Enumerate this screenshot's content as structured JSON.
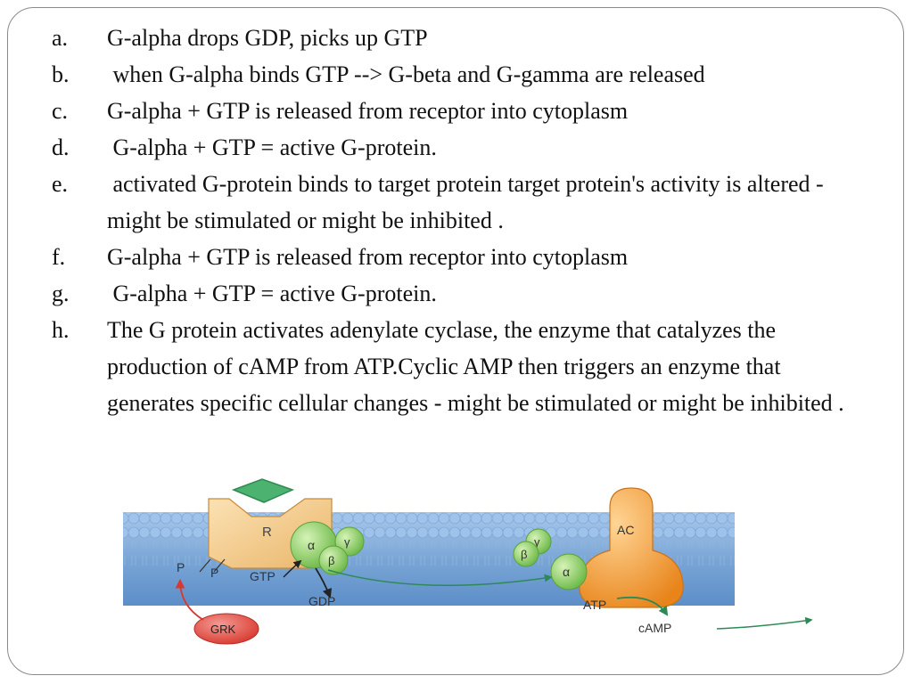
{
  "steps": [
    {
      "letter": "a.",
      "text": "G-alpha drops GDP, picks up GTP"
    },
    {
      "letter": "b.",
      "text": " when G-alpha binds GTP --> G-beta and G-gamma are released"
    },
    {
      "letter": "c.",
      "text": "G-alpha + GTP is released from receptor into cytoplasm"
    },
    {
      "letter": "d.",
      "text": " G-alpha + GTP = active G-protein."
    },
    {
      "letter": "e.",
      "text": " activated G-protein binds to target protein target protein's activity is altered - might be stimulated or might be inhibited ."
    },
    {
      "letter": "f.",
      "text": "G-alpha + GTP is released from receptor into cytoplasm"
    },
    {
      "letter": "g.",
      "text": " G-alpha + GTP = active G-protein."
    },
    {
      "letter": "h.",
      "text": "The G protein activates adenylate cyclase, the enzyme that catalyzes the production of cAMP from ATP.Cyclic AMP then triggers an enzyme that generates specific cellular changes - might be stimulated or might be inhibited ."
    }
  ],
  "diagram": {
    "receptor_label": "R",
    "alpha_label": "α",
    "gamma_label": "γ",
    "beta_label": "β",
    "gtp_label": "GTP",
    "gdp_label": "GDP",
    "p1_label": "P",
    "p2_label": "P",
    "grk_label": "GRK",
    "ac_label": "AC",
    "atp_label": "ATP",
    "camp_label": "cAMP"
  },
  "colors": {
    "membrane_blue": "#7aa6d6",
    "receptor_orange": "#f3c987",
    "ac_orange": "#f39a2a",
    "gprotein_green": "#8fd067",
    "grk_red": "#e0524f",
    "arrow_red": "#d8392f",
    "arrow_green": "#2d8a57",
    "ligand_green": "#4bb26f"
  }
}
